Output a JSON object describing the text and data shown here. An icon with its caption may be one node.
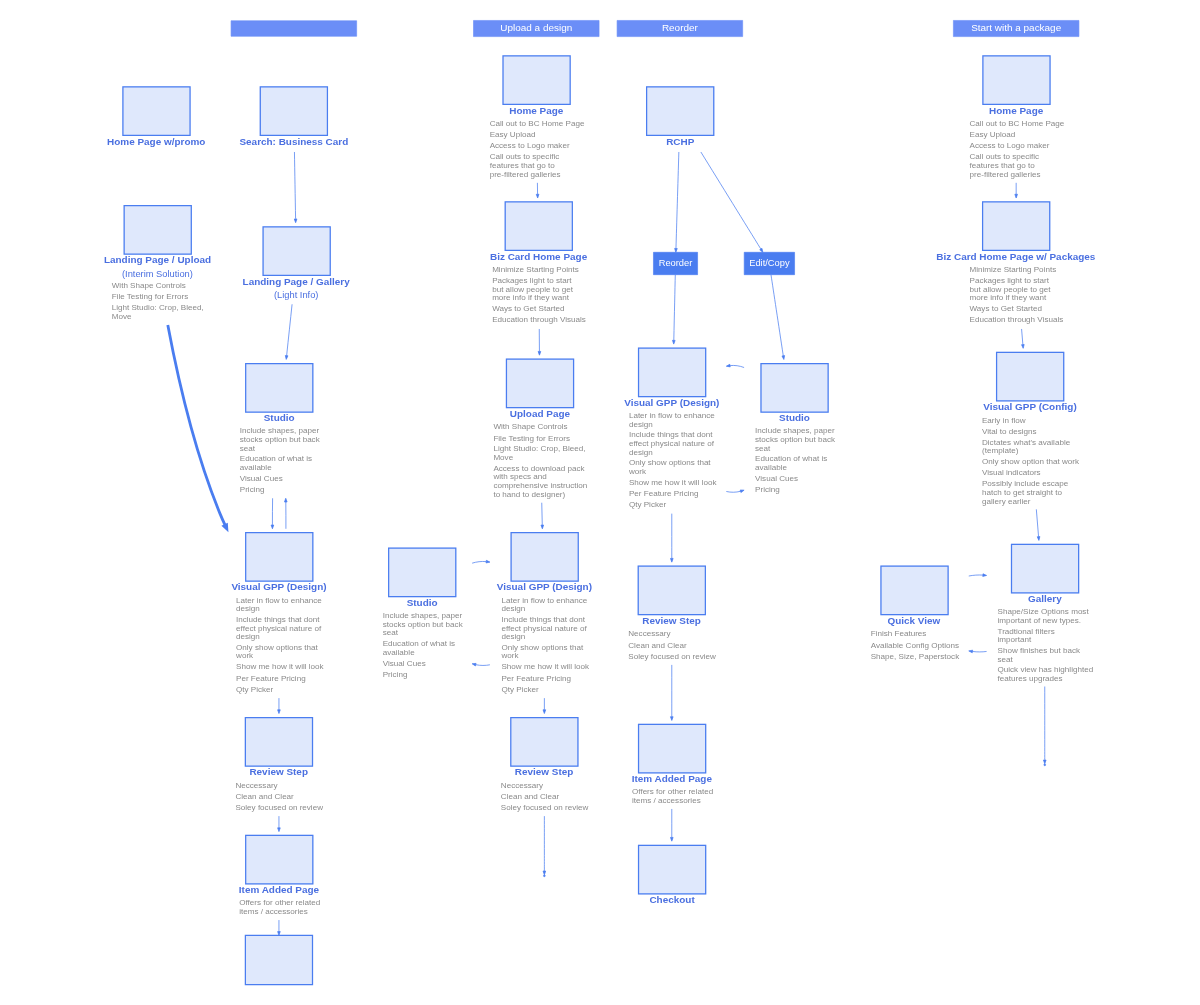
{
  "diagram": {
    "nodes": [
      {
        "text": [],
        "shape": "bar"
      },
      {
        "text": [
          "Search: Business Card"
        ]
      },
      {
        "text": [
          "Home Page w/promo"
        ]
      },
      {
        "text": [
          "Landing Page / Gallery",
          "(Light Info)"
        ]
      },
      {
        "text": [
          "Landing Page / Upload",
          "(Interim Solution)"
        ],
        "beside": [
          "With Shape Controls",
          "File Testing for Errors",
          "Light Studio: Crop, Bleed, Move"
        ]
      },
      {
        "text": [
          "Studio"
        ],
        "beside": [
          "Include shapes, paper stocks option but back seat",
          "Education of what is available",
          "Visual Cues",
          "Pricing"
        ]
      },
      {
        "text": [
          "Visual GPP (Design)"
        ],
        "beside": [
          "Later in flow to enhance design",
          "Include things that dont effect physical nature of design",
          "Only show options that work",
          "Show me how it will look",
          "Per Feature Pricing",
          "Qty Picker"
        ]
      },
      {
        "text": [
          "Review Step"
        ],
        "beside": [
          "Neccessary",
          "Clean and Clear",
          "Soley focused on review"
        ]
      },
      {
        "text": [
          "Item Added Page"
        ],
        "beside": [
          "Offers for other related items / accessories"
        ]
      },
      {
        "text": [],
        "shape": "box"
      },
      {
        "text": [
          "Upload a design"
        ]
      },
      {
        "text": [
          "Home Page"
        ],
        "beside": [
          "Call out to BC Home Page",
          "Easy Upload",
          "Access to Logo maker",
          "Call outs to specific features that go to pre-filtered galleries"
        ]
      },
      {
        "text": [
          "Biz Card Home Page"
        ],
        "beside": [
          "Minimize Starting Points",
          "Packages light to start but allow people to get more info if they want",
          "Ways to Get Started",
          "Education through Visuals"
        ]
      },
      {
        "text": [
          "Upload Page"
        ],
        "beside": [
          "With Shape Controls",
          "File Testing for Errors",
          "Light Studio: Crop, Bleed, Move",
          "Access to download pack with specs and comprehensive instruction to hand to designer)"
        ]
      },
      {
        "text": [
          "Visual GPP (Design)"
        ],
        "beside": [
          "Later in flow to enhance design",
          "Include things that dont effect physical nature of design",
          "Only show options that work",
          "Show me how it will look",
          "Per Feature Pricing",
          "Qty Picker"
        ]
      },
      {
        "text": [
          "Studio"
        ],
        "beside": [
          "Include shapes, paper stocks option but back seat",
          "Education of what is available",
          "Visual Cues",
          "Pricing"
        ]
      },
      {
        "text": [
          "Review Step"
        ],
        "beside": [
          "Neccessary",
          "Clean and Clear",
          "Soley focused on review"
        ]
      },
      {
        "text": [
          "Reorder"
        ]
      },
      {
        "text": [
          "RCHP"
        ]
      },
      {
        "text": [
          "Reorder"
        ]
      },
      {
        "text": [
          "Edit/Copy"
        ]
      },
      {
        "text": [
          "Visual GPP (Design)"
        ],
        "beside": [
          "Later in flow to enhance design",
          "Include things that dont effect physical nature of design",
          "Only show options that work",
          "Show me how it will look",
          "Per Feature Pricing",
          "Qty Picker"
        ]
      },
      {
        "text": [
          "Studio"
        ],
        "beside": [
          "Include shapes, paper stocks option but back seat",
          "Education of what is available",
          "Visual Cues",
          "Pricing"
        ]
      },
      {
        "text": [
          "Review Step"
        ],
        "beside": [
          "Neccessary",
          "Clean and Clear",
          "Soley focused on review"
        ]
      },
      {
        "text": [
          "Item Added Page"
        ],
        "beside": [
          "Offers for other related items / accessories"
        ]
      },
      {
        "text": [
          "Checkout"
        ]
      },
      {
        "text": [
          "Start with a package"
        ]
      },
      {
        "text": [
          "Home Page"
        ],
        "beside": [
          "Call out to BC Home Page",
          "Easy Upload",
          "Access to Logo maker",
          "Call outs to specific features that go to pre-filtered galleries"
        ]
      },
      {
        "text": [
          "Biz Card Home Page w/ Packages"
        ],
        "beside": [
          "Minimize Starting Points",
          "Packages light to start but allow people to get more info if they want",
          "Ways to Get Started",
          "Education through Visuals"
        ]
      },
      {
        "text": [
          "Visual GPP (Config)"
        ],
        "beside": [
          "Early in flow",
          "Vital to designs",
          "Dictates what's available (template)",
          "Only show option that work",
          "Visual indicators",
          "Possibly include escape hatch to get straight to gallery earlier"
        ]
      },
      {
        "text": [
          "Gallery"
        ],
        "beside": [
          "Shape/Size Options most important of new types.",
          "Tradtional filters important",
          "Show finishes but back seat",
          "Quick view has highlighted features upgrades"
        ]
      },
      {
        "text": [
          "Quick View"
        ],
        "beside": [
          "Finish Features",
          "Available Config Options",
          "Shape, Size, Paperstock"
        ]
      }
    ],
    "edges": [
      {
        "from": 1,
        "to": 3,
        "arrow": "to"
      },
      {
        "from": 3,
        "to": 5,
        "arrow": "to"
      },
      {
        "from": 5,
        "to": 6,
        "arrow": "to"
      },
      {
        "from": 6,
        "to": 5,
        "arrow": "to"
      },
      {
        "from": 4,
        "to": 6,
        "arrow": "to",
        "style": "thick"
      },
      {
        "from": 6,
        "to": 7,
        "arrow": "to"
      },
      {
        "from": 7,
        "to": 8,
        "arrow": "to"
      },
      {
        "from": 8,
        "to": 9,
        "arrow": "to"
      },
      {
        "from": 11,
        "to": 12,
        "arrow": "to"
      },
      {
        "from": 12,
        "to": 13,
        "arrow": "to"
      },
      {
        "from": 13,
        "to": 14,
        "arrow": "to"
      },
      {
        "from": 14,
        "to": 15,
        "arrow": "to"
      },
      {
        "from": 15,
        "to": 14,
        "arrow": "to"
      },
      {
        "from": 14,
        "to": 16,
        "arrow": "to"
      },
      {
        "from": 16,
        "to": null,
        "arrow": "to"
      },
      {
        "from": 18,
        "to": 19,
        "arrow": "to"
      },
      {
        "from": 18,
        "to": 20,
        "arrow": "to"
      },
      {
        "from": 19,
        "to": 21,
        "arrow": "to"
      },
      {
        "from": 20,
        "to": 22,
        "arrow": "to"
      },
      {
        "from": 21,
        "to": 22,
        "arrow": "to"
      },
      {
        "from": 22,
        "to": 21,
        "arrow": "to"
      },
      {
        "from": 21,
        "to": 23,
        "arrow": "to"
      },
      {
        "from": 23,
        "to": 24,
        "arrow": "to"
      },
      {
        "from": 24,
        "to": 25,
        "arrow": "to"
      },
      {
        "from": 27,
        "to": 28,
        "arrow": "to"
      },
      {
        "from": 28,
        "to": 29,
        "arrow": "to"
      },
      {
        "from": 29,
        "to": 30,
        "arrow": "to"
      },
      {
        "from": 30,
        "to": 31,
        "arrow": "to"
      },
      {
        "from": 31,
        "to": 30,
        "arrow": "to"
      },
      {
        "from": 30,
        "to": null,
        "arrow": "to"
      }
    ]
  }
}
